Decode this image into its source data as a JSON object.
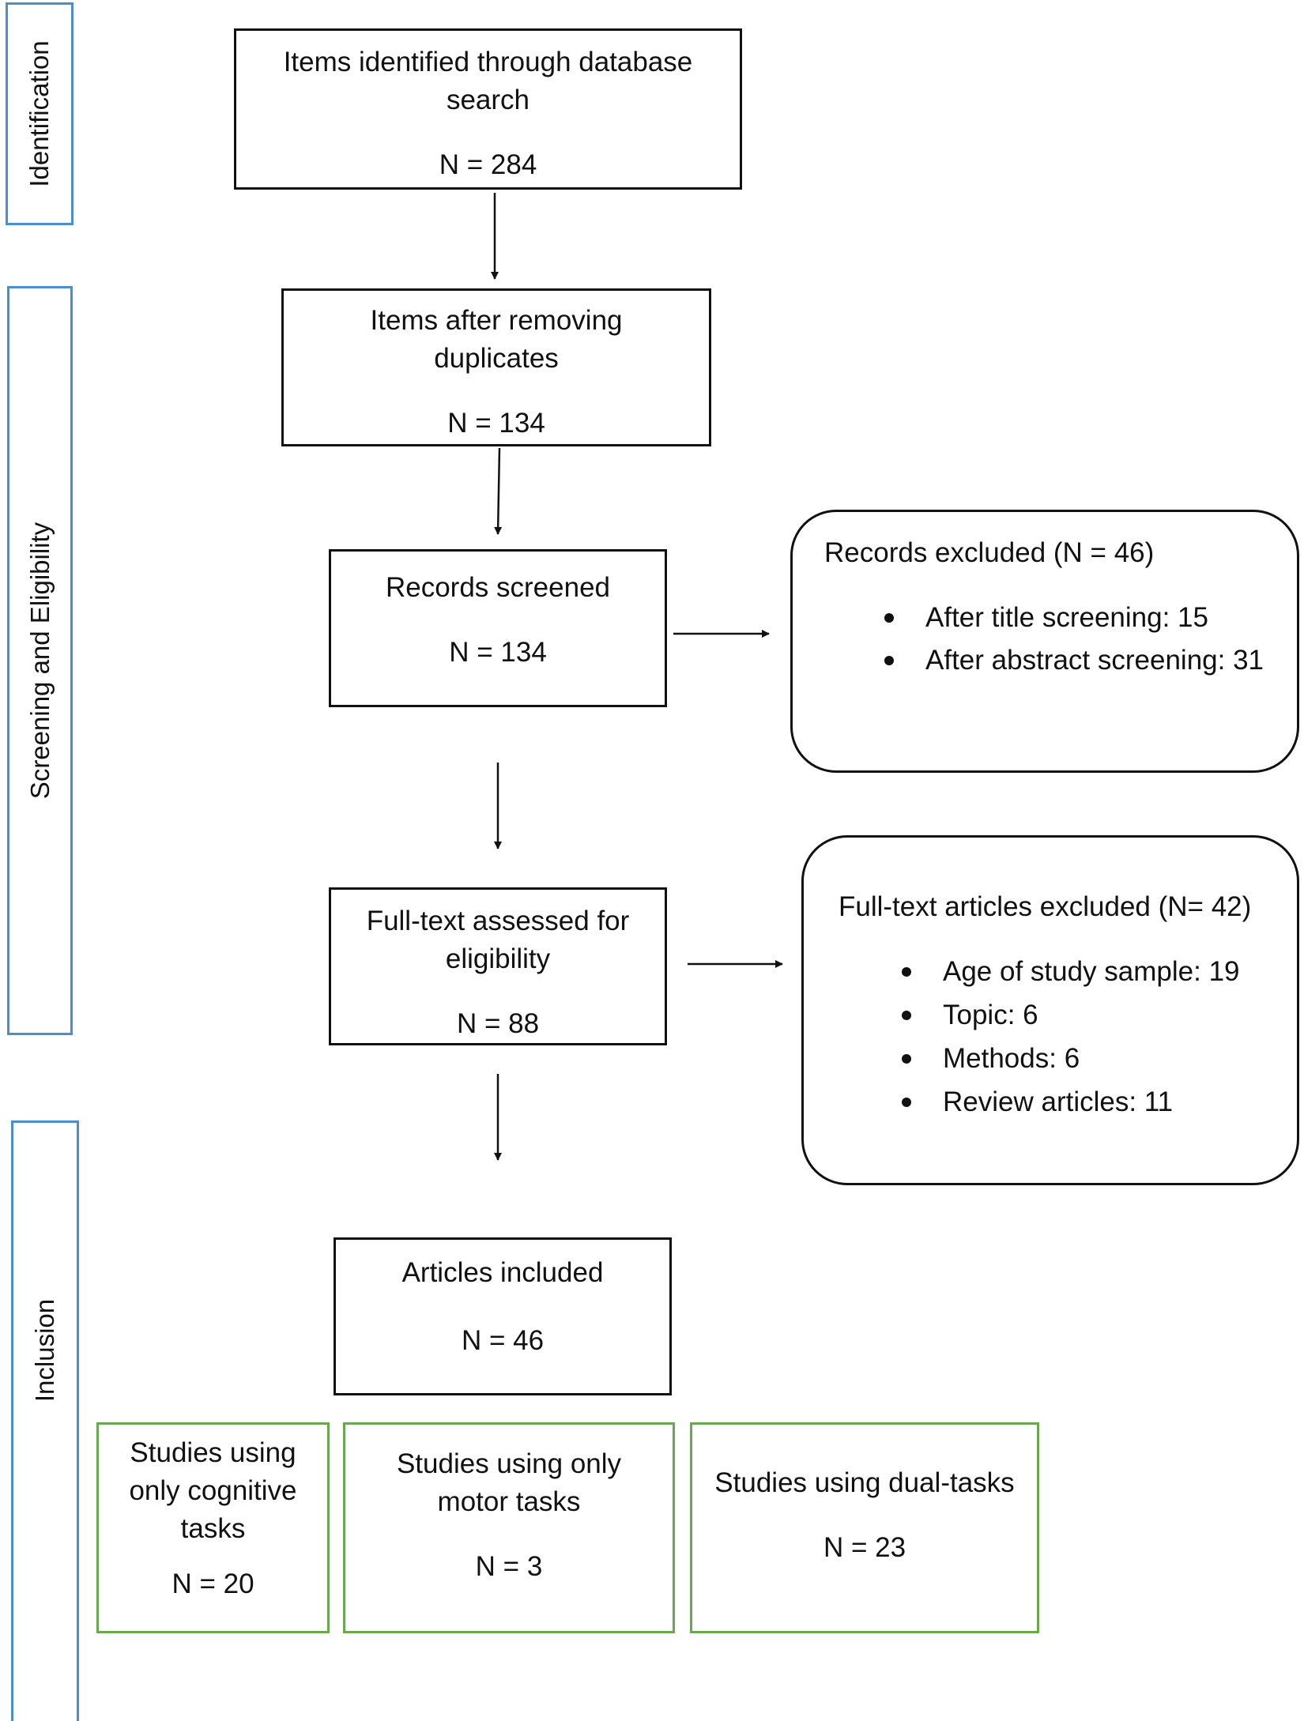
{
  "stages": {
    "identification": "Identification",
    "screening": "Screening and Eligibility",
    "inclusion": "Inclusion"
  },
  "identified": {
    "text": "Items identified through database search",
    "n": "N = 284"
  },
  "deduplicated": {
    "text": "Items after removing duplicates",
    "n": "N = 134"
  },
  "screened": {
    "text": "Records screened",
    "n": "N = 134"
  },
  "records_excluded": {
    "title": "Records excluded (N = 46)",
    "items": [
      "After title screening: 15",
      "After abstract screening: 31"
    ]
  },
  "fulltext": {
    "text": "Full-text assessed for eligibility",
    "n": "N = 88"
  },
  "fulltext_excluded": {
    "title": "Full-text articles excluded (N= 42)",
    "items": [
      "Age of study sample: 19",
      "Topic: 6",
      "Methods: 6",
      "Review articles: 11"
    ]
  },
  "included": {
    "text": "Articles included",
    "n": "N = 46"
  },
  "groups": [
    {
      "text": "Studies using only cognitive tasks",
      "n": "N = 20"
    },
    {
      "text": "Studies using only motor tasks",
      "n": "N = 3"
    },
    {
      "text": "Studies using dual-tasks",
      "n": "N = 23"
    }
  ],
  "colors": {
    "stage_border": "#4a8fcd",
    "group_border": "#6aa84f",
    "box_border": "#111111"
  }
}
